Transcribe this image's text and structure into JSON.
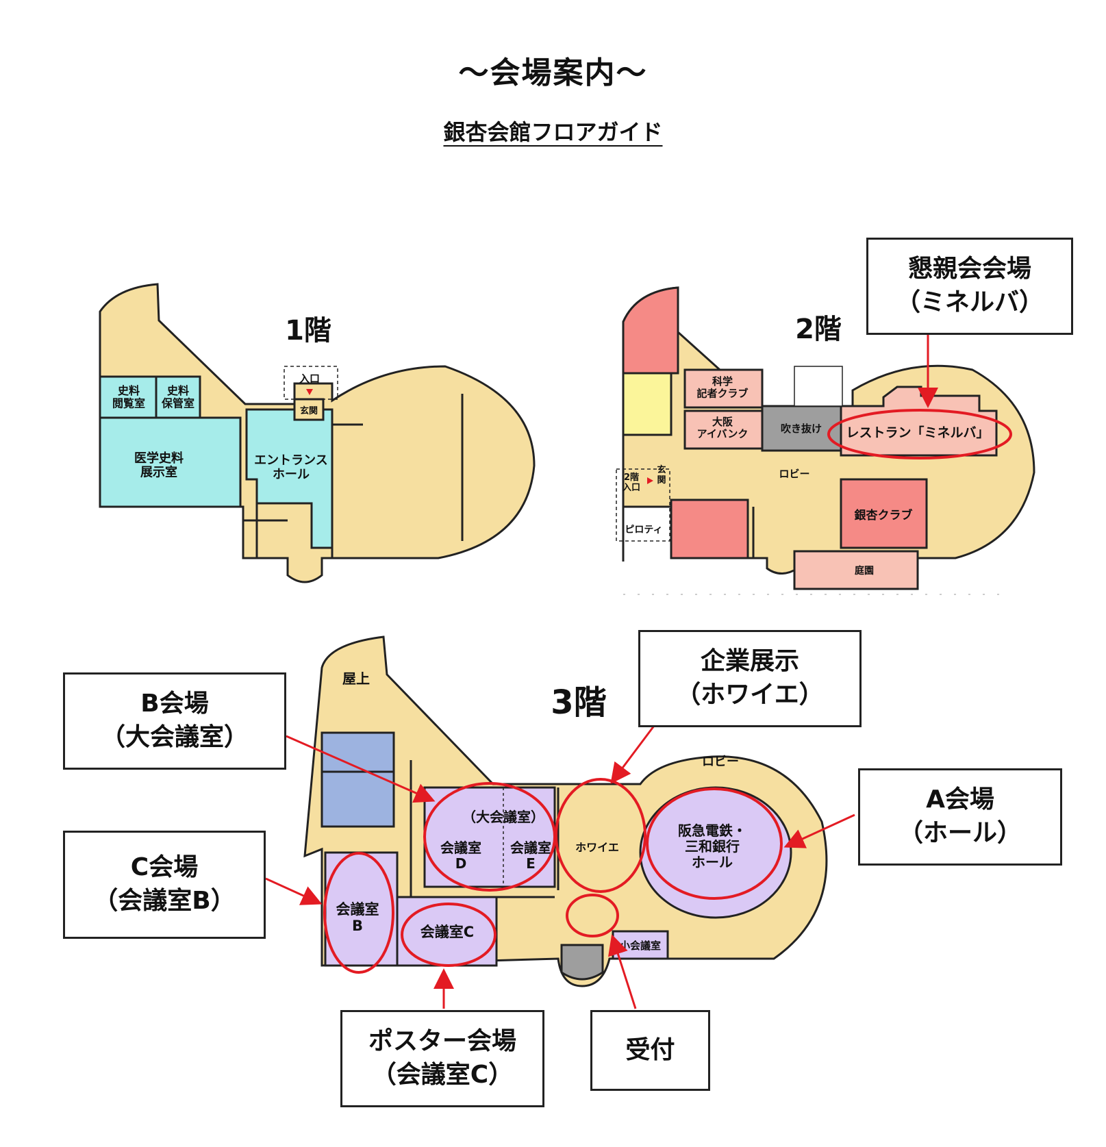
{
  "header": {
    "title": "～会場案内～",
    "subtitle": "銀杏会館フロアガイド"
  },
  "colors": {
    "wall": "#222222",
    "corridor": "#f6dfa0",
    "teal": "#a6ecea",
    "pink": "#f58a86",
    "salmon": "#f8c2b5",
    "yellow": "#fbf59a",
    "gray": "#9e9e9e",
    "blue": "#9db3e0",
    "lavender": "#dac9f5",
    "highlight_red": "#e31b23"
  },
  "floor1": {
    "label": "1階",
    "rooms": {
      "history_reading": "史料\n閲覧室",
      "history_storage": "史料\n保管室",
      "medical_history": "医学史料\n展示室",
      "entrance_hall": "エントランス\nホール",
      "entrance": "入口",
      "genkan": "玄関"
    }
  },
  "floor2": {
    "label": "2階",
    "rooms": {
      "science_club": "科学\n記者クラブ",
      "osaka_eye_bank": "大阪\nアイバンク",
      "atrium": "吹き抜け",
      "restaurant": "レストラン「ミネルバ」",
      "lobby": "ロビー",
      "ginkgo_club": "銀杏クラブ",
      "garden": "庭園",
      "entrance_2f": "2階\n入口",
      "genkan": "玄\n関",
      "pilotis": "ピロティ"
    }
  },
  "floor3": {
    "label": "3階",
    "rooms": {
      "rooftop": "屋上",
      "large_conf": "（大会議室）",
      "conf_d": "会議室\nD",
      "conf_e": "会議室\nE",
      "foyer": "ホワイエ",
      "lobby": "ロビー",
      "hall": "阪急電鉄・\n三和銀行\nホール",
      "conf_b": "会議室\nB",
      "conf_c": "会議室C",
      "small_conf": "小会議室"
    }
  },
  "callouts": {
    "reception_party": [
      "懇親会会場",
      "（ミネルバ）"
    ],
    "b_venue": [
      "B会場",
      "（大会議室）"
    ],
    "corporate_exhibit": [
      "企業展示",
      "（ホワイエ）"
    ],
    "a_venue": [
      "A会場",
      "（ホール）"
    ],
    "c_venue": [
      "C会場",
      "（会議室B）"
    ],
    "poster_venue": [
      "ポスター会場",
      "（会議室C）"
    ],
    "registration": [
      "受付"
    ]
  }
}
